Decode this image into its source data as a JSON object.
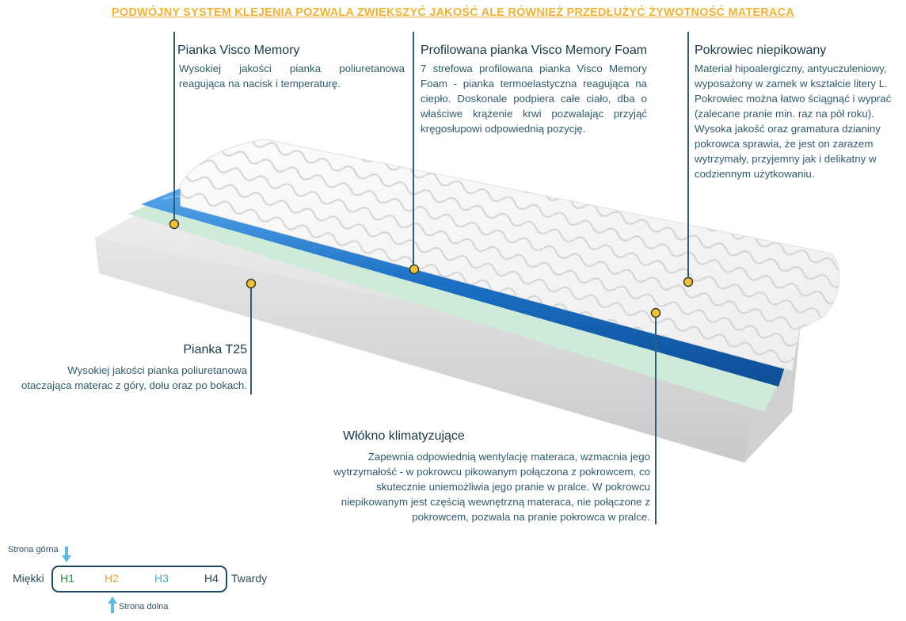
{
  "banner": "PODWÓJNY SYSTEM KLEJENIA POZWALA ZWIĘKSZYĆ JAKOŚĆ ALE RÓWNIEŻ PRZEDŁUŻYĆ ŻYWOTNOŚĆ MATERACA",
  "callouts": {
    "visco": {
      "title": "Pianka Visco Memory",
      "lines": [
        "Wysokiej jakości pianka poliuretanowa",
        "reagująca na nacisk i temperaturę."
      ]
    },
    "profiled": {
      "title": "Profilowana pianka Visco Memory Foam",
      "lines": [
        "7 strefowa profilowana pianka Visco Memory",
        "Foam - pianka termoelastyczna reagująca na",
        "ciepło.  Doskonale podpiera całe ciało, dba o",
        "właściwe krążenie krwi pozwalając przyjąć",
        "kręgosłupowi odpowiednią pozycję."
      ]
    },
    "cover": {
      "title": "Pokrowiec  niepikowany",
      "lines": [
        "Materiał hipoalergiczny, antyuczuleniowy,",
        "wyposażony w zamek w kształcie litery L.",
        "Pokrowiec można łatwo ściągnąć i wyprać",
        "(zalecane pranie min.  raz na pół roku).",
        "Wysoka jakość oraz gramatura dzianiny",
        "pokrowca sprawia, że jest on zarazem",
        "wytrzymały, przyjemny jak i delikatny w",
        "codziennym użytkowaniu."
      ]
    },
    "t25": {
      "title": "Pianka T25",
      "lines": [
        "Wysokiej jakości pianka poliuretanowa",
        "otaczająca materac z góry, dołu oraz po bokach."
      ]
    },
    "fiber": {
      "title": "Włókno klimatyzujące",
      "lines": [
        "Zapewnia odpowiednią wentylację materaca, wzmacnia jego",
        "wytrzymałość - w pokrowcu pikowanym połączona z pokrowcem, co",
        "skutecznie uniemożliwia jego pranie w pralce. W pokrowcu",
        "niepikowanym jest częścią wewnętrzną materaca, nie połączone z",
        "pokrowcem, pozwala na pranie pokrowca w pralce."
      ]
    }
  },
  "firmness": {
    "top_side": "Strona górna",
    "bottom_side": "Strona dolna",
    "soft": "Miękki",
    "hard": "Twardy",
    "grades": [
      "H1",
      "H2",
      "H3",
      "H4"
    ],
    "grade_colors": [
      "#2e8b3e",
      "#e8a33a",
      "#4aa9c9",
      "#1f3f55"
    ]
  },
  "colors": {
    "banner": "#f2b233",
    "leader_line": "#2e5e7c",
    "marker": "#f0c230",
    "visco_blue": "#1a6fc4",
    "green_layer": "#cdebd8"
  }
}
